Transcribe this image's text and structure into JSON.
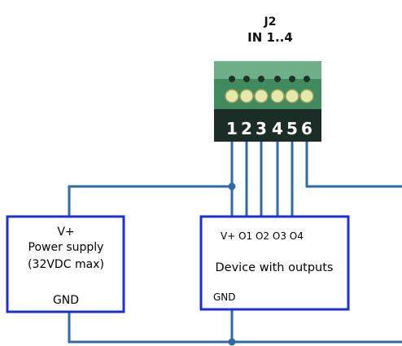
{
  "header": {
    "connector_id": "J2",
    "connector_label": "IN 1..4"
  },
  "terminal_block": {
    "pins": [
      "1",
      "2",
      "3",
      "4",
      "5",
      "6"
    ]
  },
  "power_supply": {
    "v_plus": "V+",
    "title_line1": "Power supply",
    "title_line2": "(32VDC max)",
    "gnd": "GND"
  },
  "device": {
    "pin_labels": "V+ O1 O2 O3 O4",
    "title": "Device with outputs",
    "gnd": "GND"
  },
  "colors": {
    "wire": "#2f6aa8",
    "box_border": "#1f2fd6",
    "terminal_green": "#3f8a5f"
  }
}
